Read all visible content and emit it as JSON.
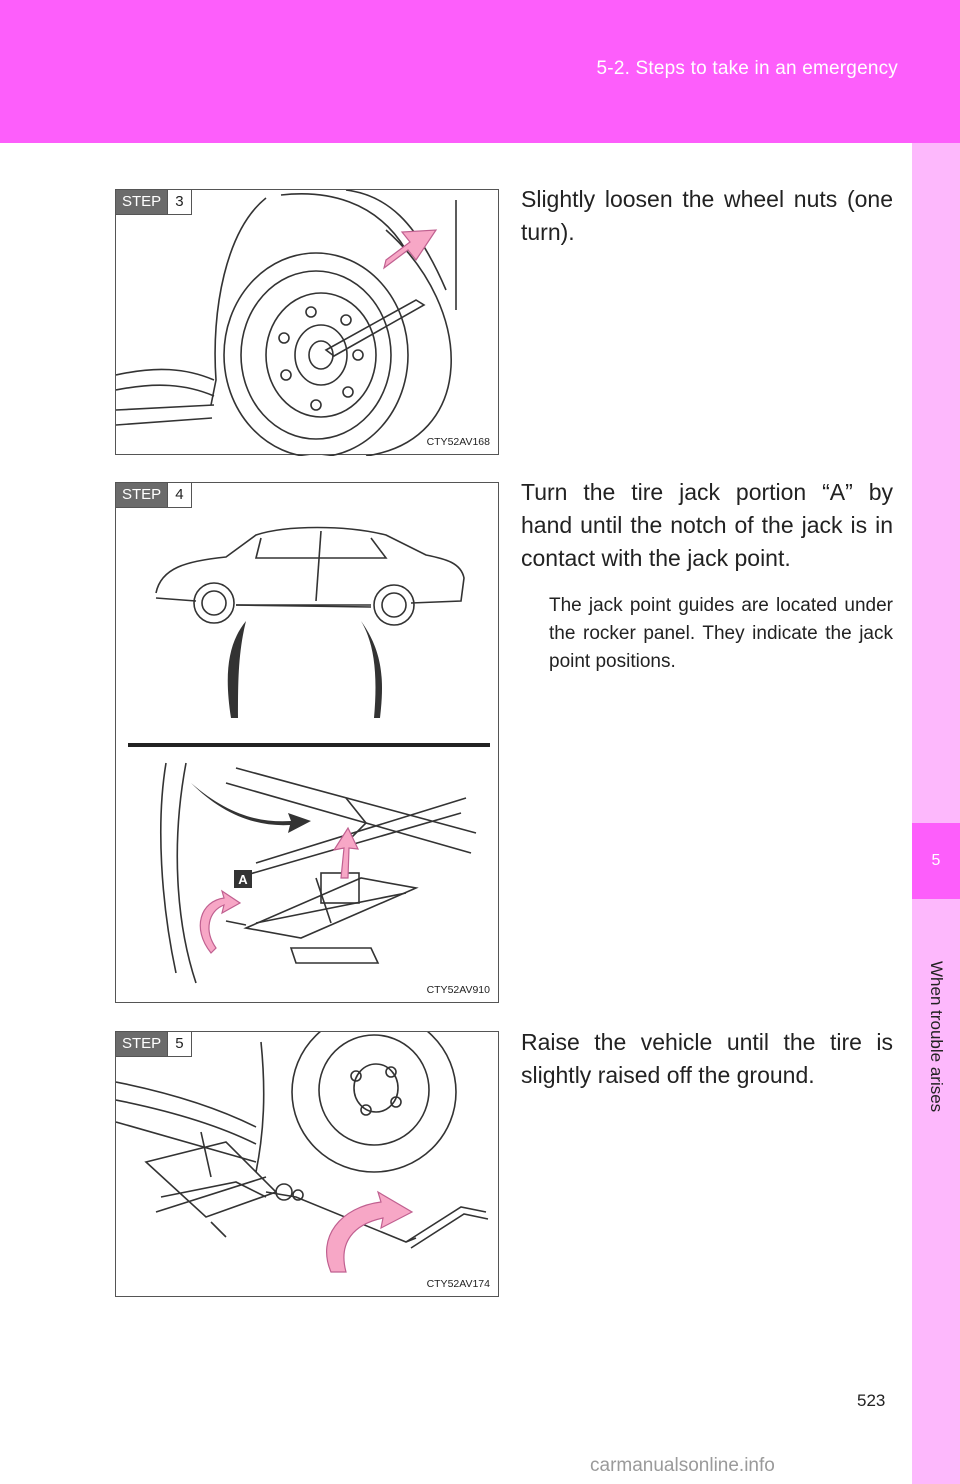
{
  "header": {
    "section_title": "5-2. Steps to take in an emergency"
  },
  "sidetab": {
    "chapter_number": "5",
    "chapter_label": "When trouble arises"
  },
  "colors": {
    "header_pink": "#fd5efb",
    "tab_pink_light": "#fdb8fc",
    "arrow_pink": "#f7a7c6"
  },
  "steps": [
    {
      "badge_label": "STEP",
      "badge_number": "3",
      "figure_code": "CTY52AV168",
      "text": "Slightly loosen the wheel nuts (one turn)."
    },
    {
      "badge_label": "STEP",
      "badge_number": "4",
      "figure_code": "CTY52AV910",
      "callout_label": "A",
      "text": "Turn the tire jack portion “A” by hand until the notch of the jack is in contact with the jack point.",
      "note": "The jack point guides are located under the rocker panel. They indicate the jack point positions."
    },
    {
      "badge_label": "STEP",
      "badge_number": "5",
      "figure_code": "CTY52AV174",
      "text": "Raise the vehicle until the tire is slightly raised off the ground."
    }
  ],
  "page_number": "523",
  "watermark": "carmanualsonline.info"
}
